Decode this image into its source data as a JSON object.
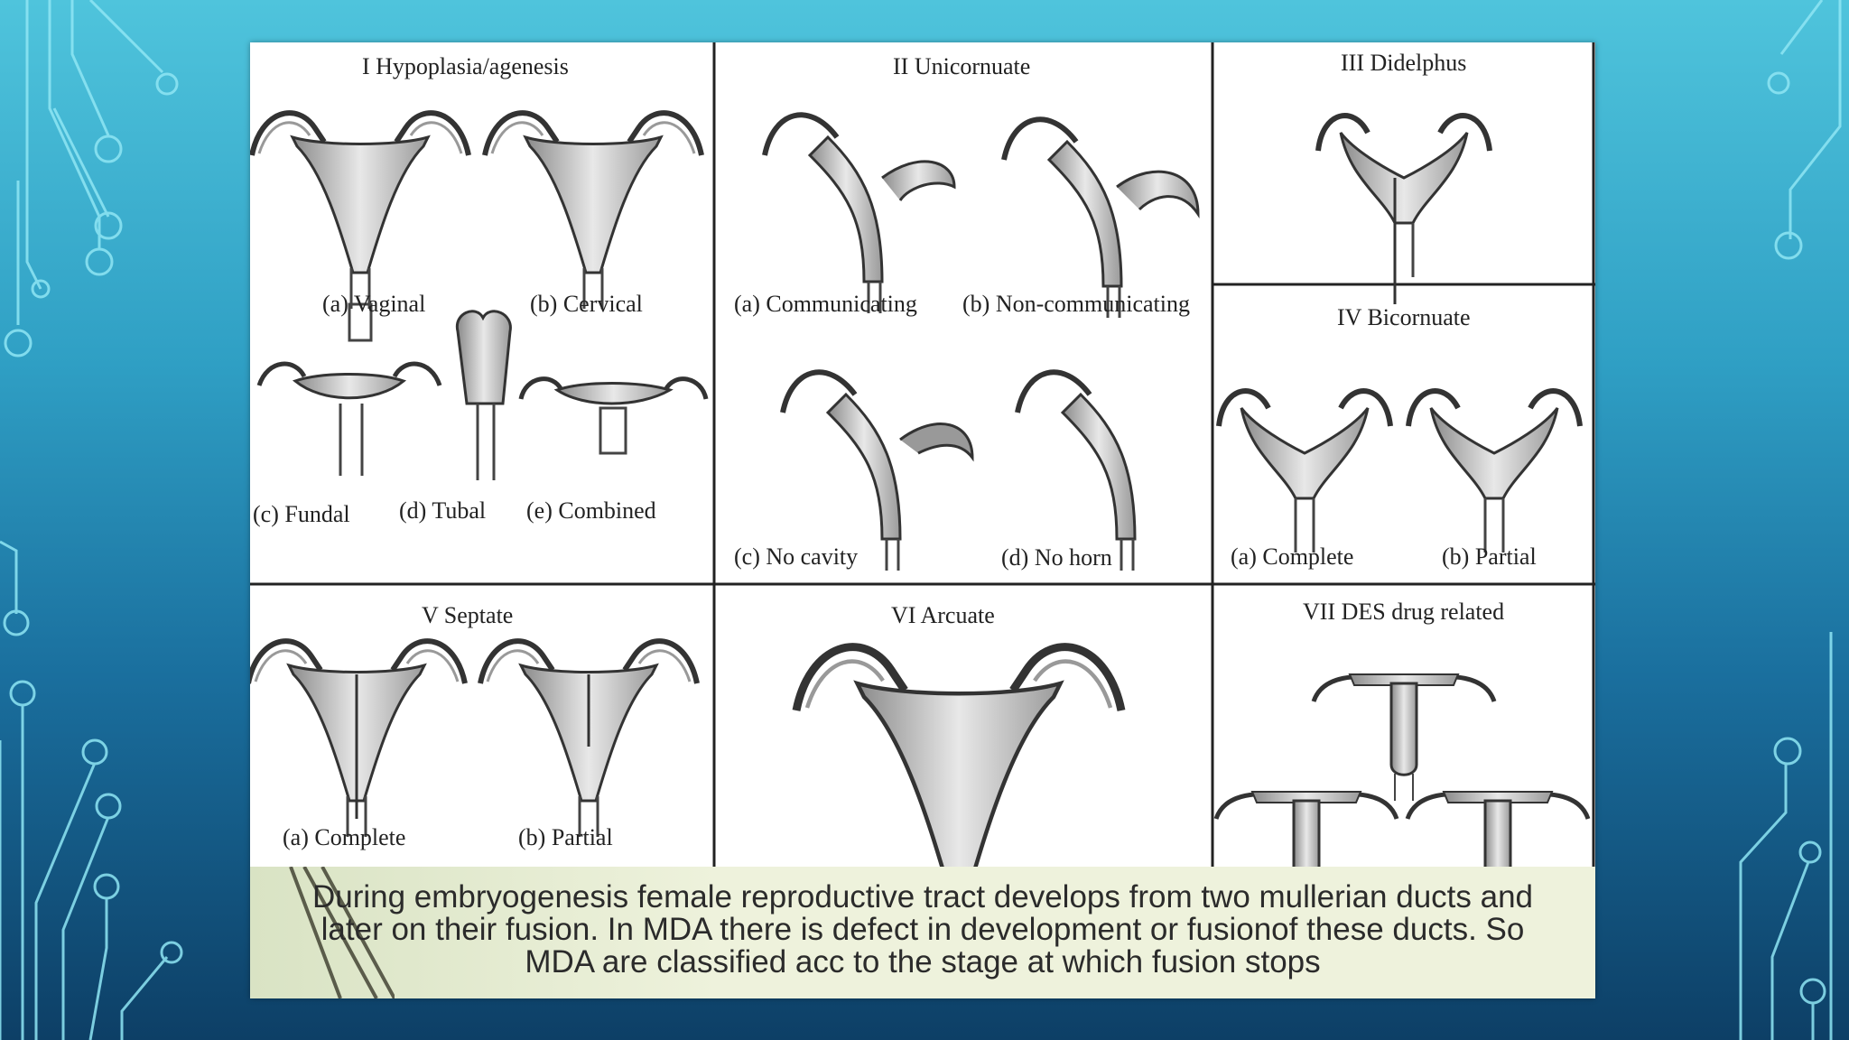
{
  "slide": {
    "panels": {
      "p1": {
        "title": "I  Hypoplasia/agenesis",
        "labels": [
          "(a) Vaginal",
          "(b) Cervical",
          "(c) Fundal",
          "(d) Tubal",
          "(e) Combined"
        ]
      },
      "p2": {
        "title": "II  Unicornuate",
        "labels": [
          "(a) Communicating",
          "(b) Non-communicating",
          "(c) No cavity",
          "(d) No horn"
        ]
      },
      "p3": {
        "title": "III  Didelphus"
      },
      "p4": {
        "title": "IV  Bicornuate",
        "labels": [
          "(a) Complete",
          "(b) Partial"
        ]
      },
      "p5": {
        "title": "V  Septate",
        "labels": [
          "(a) Complete",
          "(b) Partial"
        ]
      },
      "p6": {
        "title": "VI  Arcuate"
      },
      "p7": {
        "title": "VII  DES drug related"
      }
    },
    "caption": {
      "line1": "During embryogenesis female reproductive tract develops from two mullerian ducts and",
      "line2": "later on their fusion. In MDA there is defect in development or fusionof these ducts. So",
      "line3": "MDA are classified acc to the stage at which fusion stops"
    },
    "colors": {
      "background_top": "#4fc4dc",
      "background_bottom": "#0d3f66",
      "caption_band": "#eef2dc",
      "circuit_lines": "#7fe0f0"
    }
  }
}
